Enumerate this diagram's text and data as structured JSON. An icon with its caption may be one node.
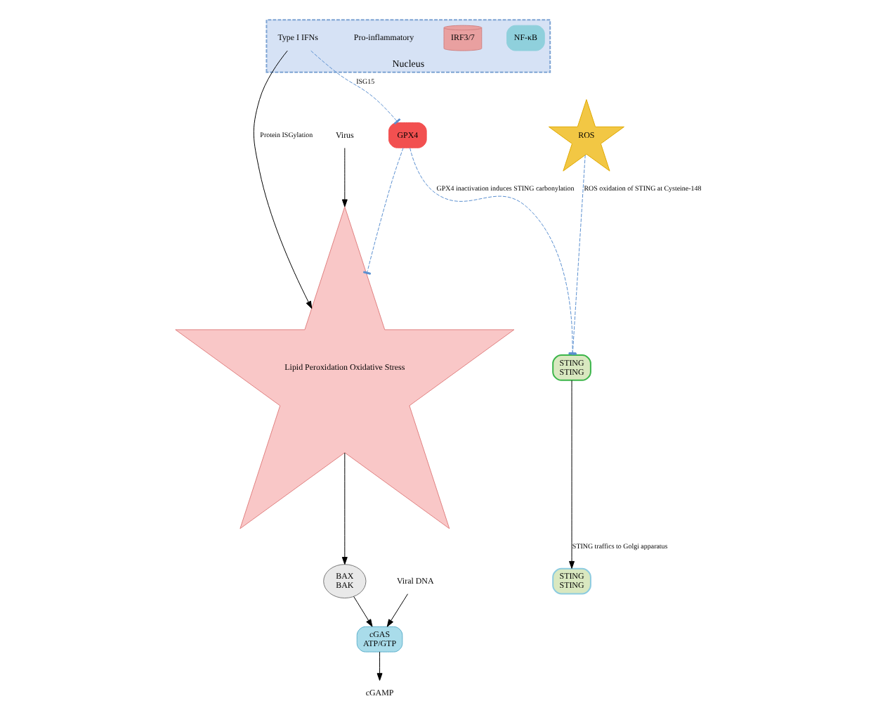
{
  "diagram": {
    "nodes": [
      {
        "text": [
          "Virus"
        ]
      },
      {
        "text": [
          "Viral DNA"
        ]
      },
      {
        "text": [
          "cGAS",
          "ATP/GTP"
        ]
      },
      {
        "text": [
          "BAX",
          "BAK"
        ]
      },
      {
        "text": [
          "Lipid Peroxidation Oxidative Stress"
        ]
      },
      {
        "text": [
          "cGAMP"
        ]
      },
      {
        "text": [
          "ROS"
        ]
      },
      {
        "text": [
          "STING",
          "STING"
        ]
      },
      {
        "text": [
          "STING",
          "STING"
        ]
      },
      {
        "text": [
          "GPX4"
        ]
      },
      {
        "text": [
          "Nucleus"
        ]
      },
      {
        "text": [
          "NF-κB"
        ],
        "in": 10
      },
      {
        "text": [
          "IRF3/7"
        ],
        "in": 10
      },
      {
        "text": [
          "Pro-inflammatory"
        ],
        "in": 10
      },
      {
        "text": [
          "Type I IFNs"
        ],
        "in": 10
      }
    ],
    "edges": [
      {
        "from": 0,
        "to": 4,
        "arrow": "to"
      },
      {
        "from": 1,
        "to": 2,
        "arrow": "to"
      },
      {
        "from": 4,
        "to": 3,
        "arrow": "to"
      },
      {
        "from": 3,
        "to": 2,
        "arrow": "to"
      },
      {
        "from": 2,
        "to": 5,
        "arrow": "to"
      },
      {
        "from": 6,
        "to": 7,
        "arrow": "other",
        "label": "ROS oxidation of STING at Cysteine-148",
        "style": "dashed",
        "color": "#5b8fd0"
      },
      {
        "from": 9,
        "to": 7,
        "arrow": "other",
        "label": "GPX4 inactivation induces STING carbonylation",
        "style": "dashed",
        "color": "#5b8fd0"
      },
      {
        "from": 7,
        "to": 8,
        "arrow": "to",
        "label": "STING traffics to Golgi apparatus"
      },
      {
        "from": 9,
        "to": 4,
        "arrow": "other",
        "style": "dashed",
        "color": "#5b8fd0"
      },
      {
        "from": 14,
        "to": 9,
        "arrow": "other",
        "label": "ISG15",
        "style": "dashed",
        "color": "#5b8fd0"
      },
      {
        "from": 14,
        "to": 4,
        "arrow": "to",
        "label": "Protein ISGylation"
      }
    ]
  }
}
